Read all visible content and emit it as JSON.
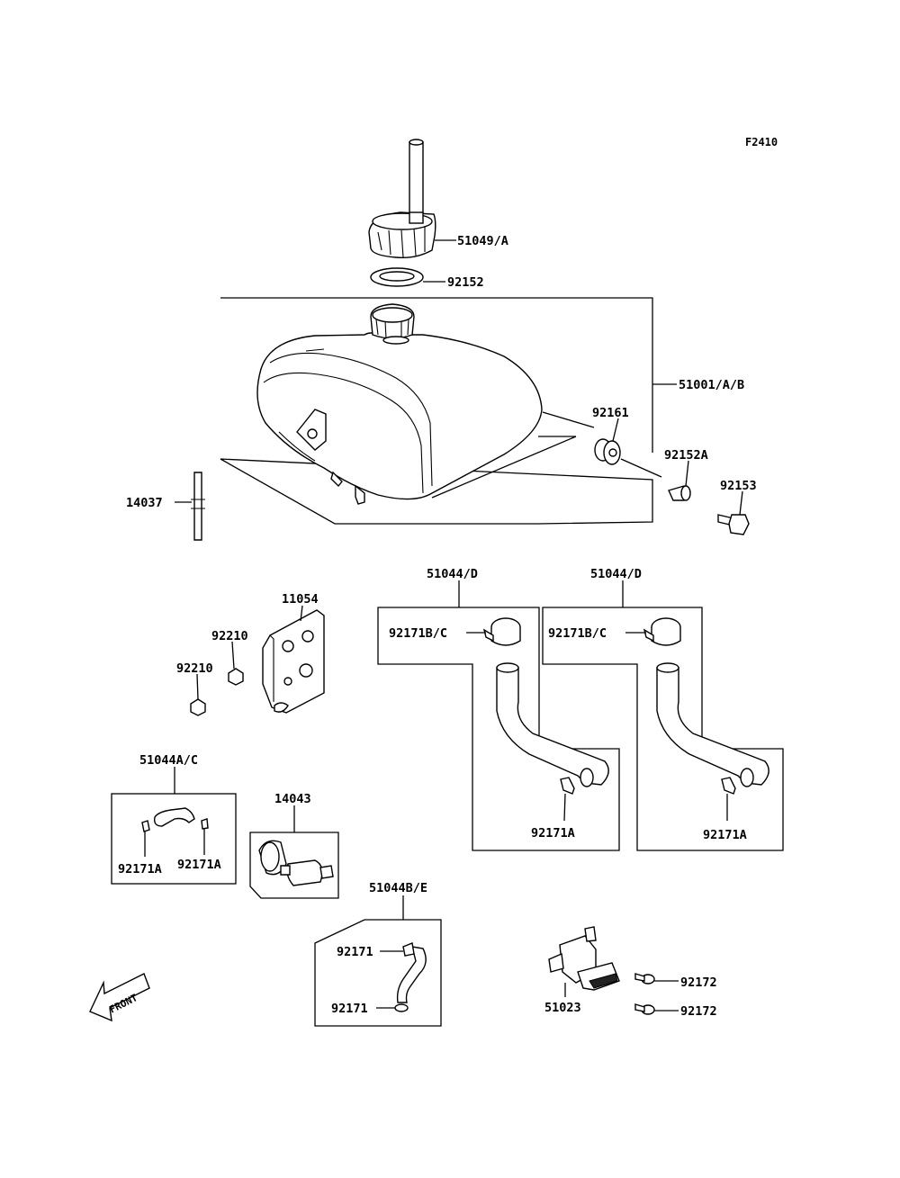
{
  "figure_code": "F2410",
  "labels": {
    "cap": "51049/A",
    "cap_gasket": "92152",
    "tank": "51001/A/B",
    "damper": "92161",
    "collar": "92152A",
    "bolt": "92153",
    "strap": "14037",
    "bracket": "11054",
    "nut_a": "92210",
    "nut_b": "92210",
    "hose_d1": "51044/D",
    "hose_d1_clamp_top": "92171B/C",
    "hose_d1_clamp_bottom": "92171A",
    "hose_d2": "51044/D",
    "hose_d2_clamp_top": "92171B/C",
    "hose_d2_clamp_bottom": "92171A",
    "hose_ac": "51044A/C",
    "hose_ac_clamp_left": "92171A",
    "hose_ac_clamp_right": "92171A",
    "filter": "14043",
    "hose_be": "51044B/E",
    "hose_be_clamp_top": "92171",
    "hose_be_clamp_bottom": "92171",
    "cock": "51023",
    "screw_a": "92172",
    "screw_b": "92172"
  },
  "front_arrow": "FRONT"
}
